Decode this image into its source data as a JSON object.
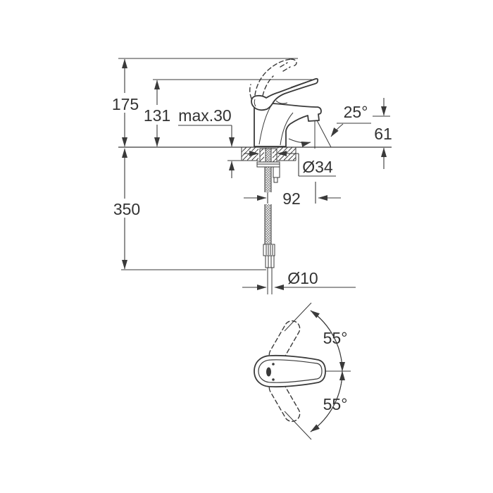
{
  "drawing": {
    "type": "faucet-installation-dimension-drawing",
    "dims": {
      "total_height": "175",
      "spout_rest_height": "131",
      "deck_thickness": "max.30",
      "stream_angle": "25°",
      "outlet_height": "61",
      "hole_diameter": "Ø34",
      "spout_projection": "92",
      "hose_length": "350",
      "pipe_diameter": "Ø10",
      "swivel_up": "55°",
      "swivel_down": "55°"
    },
    "colors": {
      "line": "#3a3a3a",
      "text": "#333333",
      "background": "#ffffff"
    }
  }
}
